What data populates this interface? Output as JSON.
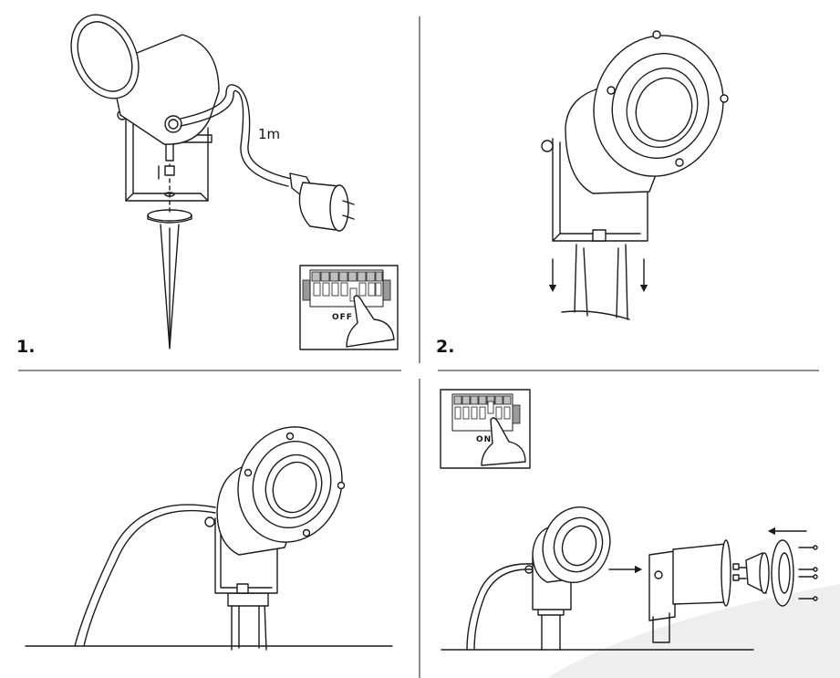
{
  "steps": [
    {
      "number": "1.",
      "cable_length": "1m",
      "switch_state": "OFF"
    },
    {
      "number": "2."
    },
    {
      "number": ""
    },
    {
      "number": "",
      "switch_state": "ON"
    }
  ],
  "colors": {
    "ink": "#1b1b1b",
    "shade": "#eeeeee",
    "switch_gray": "#9a9a9a"
  }
}
